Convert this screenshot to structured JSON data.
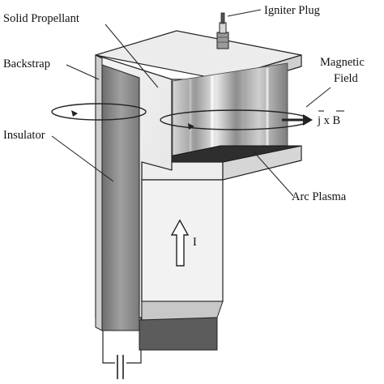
{
  "labels": {
    "igniter_plug": "Igniter Plug",
    "solid_propellant": "Solid Propellant",
    "backstrap": "Backstrap",
    "magnetic_field_line1": "Magnetic",
    "magnetic_field_line2": "Field",
    "jxb": "j x B",
    "insulator": "Insulator",
    "arc_plasma": "Arc Plasma",
    "current": "I"
  }
}
